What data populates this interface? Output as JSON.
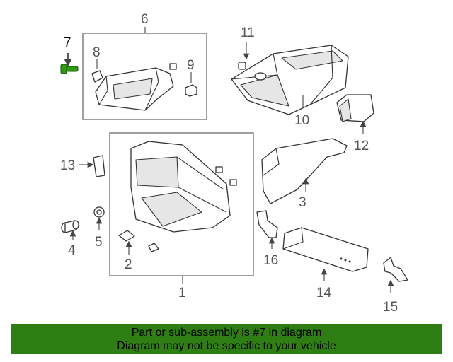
{
  "callouts": {
    "c1": "1",
    "c2": "2",
    "c3": "3",
    "c4": "4",
    "c5": "5",
    "c6": "6",
    "c7": "7",
    "c8": "8",
    "c9": "9",
    "c10": "10",
    "c11": "11",
    "c12": "12",
    "c13": "13",
    "c14": "14",
    "c15": "15",
    "c16": "16"
  },
  "highlight": {
    "part": "7",
    "color": "#2f9a10"
  },
  "colors": {
    "banner": "#2f7e14"
  },
  "footer": {
    "line1": "Part or sub-assembly is #7 in diagram",
    "line2": "Diagram may not be specific to your vehicle"
  }
}
